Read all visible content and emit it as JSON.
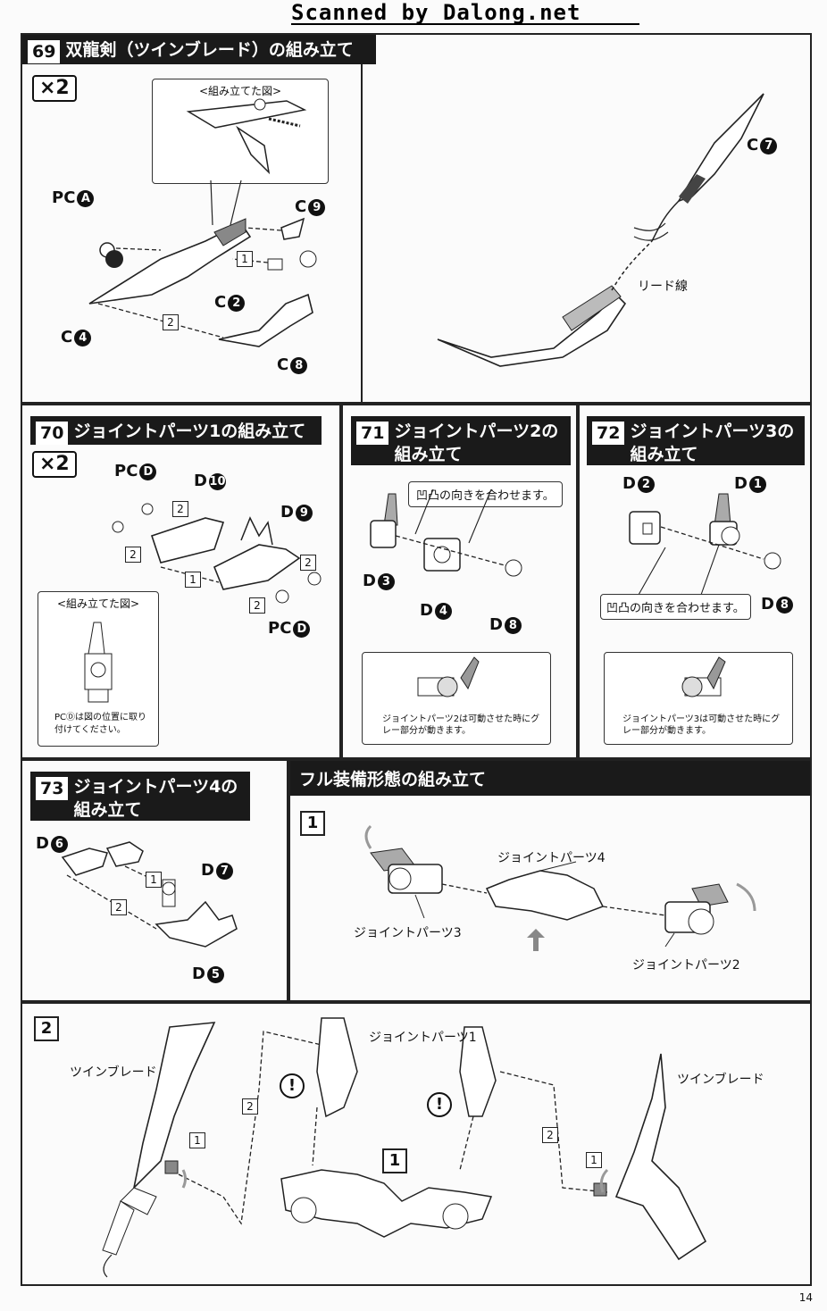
{
  "watermark": "Scanned by Dalong.net",
  "page_number": "14",
  "step69": {
    "number": "69",
    "title": "双龍剣（ツインブレード）の組み立て",
    "times": "×2",
    "inset_title": "<組み立てた図>",
    "labels": {
      "pca": "PC",
      "pca_c": "A",
      "c9": "C",
      "c9_c": "9",
      "c2": "C",
      "c2_c": "2",
      "c4": "C",
      "c4_c": "4",
      "c8": "C",
      "c8_c": "8",
      "c7": "C",
      "c7_c": "7",
      "lead": "リード線",
      "n1": "1",
      "n2": "2"
    }
  },
  "step70": {
    "number": "70",
    "title": "ジョイントパーツ1の組み立て",
    "times": "×2",
    "labels": {
      "pcd1": "PC",
      "pcd1_c": "D",
      "d10": "D",
      "d10_c": "10",
      "d9": "D",
      "d9_c": "9",
      "pcd2": "PC",
      "pcd2_c": "D",
      "n1": "1",
      "n2": "2"
    },
    "inset_title": "<組み立てた図>",
    "inset_note": "PCⒹは図の位置に取り付けてください。"
  },
  "step71": {
    "number": "71",
    "title_l1": "ジョイントパーツ2の",
    "title_l2": "組み立て",
    "callout": "凹凸の向きを合わせます。",
    "labels": {
      "d3": "D",
      "d3_c": "3",
      "d4": "D",
      "d4_c": "4",
      "d8": "D",
      "d8_c": "8"
    },
    "note": "ジョイントパーツ2は可動させた時にグレー部分が動きます。"
  },
  "step72": {
    "number": "72",
    "title_l1": "ジョイントパーツ3の",
    "title_l2": "組み立て",
    "callout": "凹凸の向きを合わせます。",
    "labels": {
      "d2": "D",
      "d2_c": "2",
      "d1": "D",
      "d1_c": "1",
      "d8": "D",
      "d8_c": "8"
    },
    "note": "ジョイントパーツ3は可動させた時にグレー部分が動きます。"
  },
  "step73": {
    "number": "73",
    "title_l1": "ジョイントパーツ4の",
    "title_l2": "組み立て",
    "labels": {
      "d6": "D",
      "d6_c": "6",
      "d7": "D",
      "d7_c": "7",
      "d5": "D",
      "d5_c": "5",
      "n1": "1",
      "n2": "2"
    }
  },
  "full": {
    "title": "フル装備形態の組み立て",
    "step1": "1",
    "jp4": "ジョイントパーツ4",
    "jp3": "ジョイントパーツ3",
    "jp2": "ジョイントパーツ2"
  },
  "step2": {
    "number": "2",
    "twin_left": "ツインブレード",
    "twin_right": "ツインブレード",
    "jp1": "ジョイントパーツ1",
    "n1": "1",
    "n2": "2",
    "warn": "!"
  }
}
